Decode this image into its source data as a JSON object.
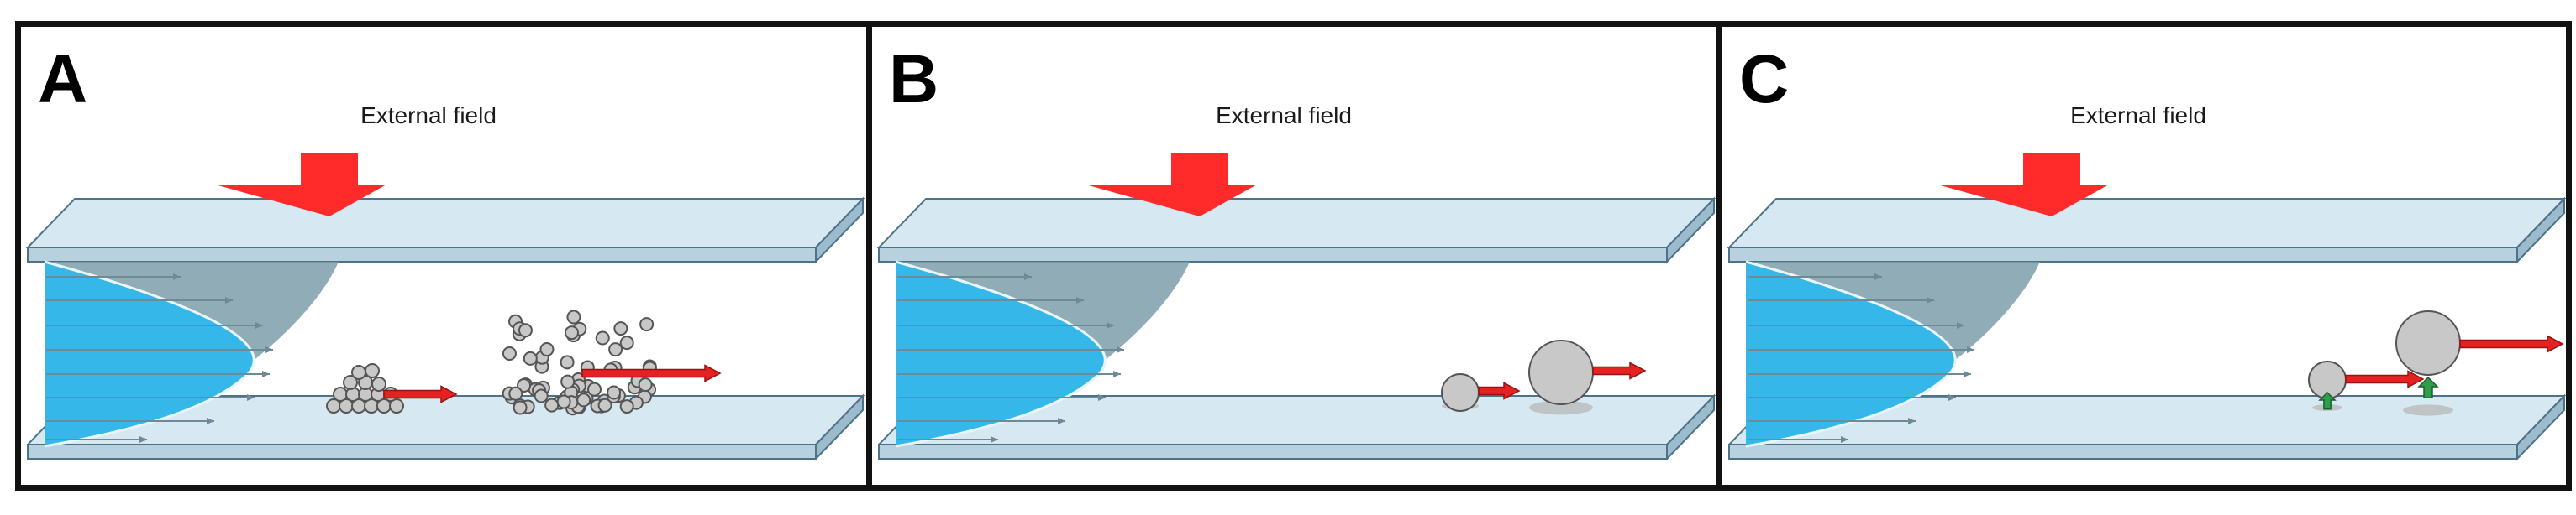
{
  "panels": [
    {
      "letter": "A",
      "field_label": "External field"
    },
    {
      "letter": "B",
      "field_label": "External field"
    },
    {
      "letter": "C",
      "field_label": "External field"
    }
  ],
  "icons": [
    "external-field-arrow",
    "flow-profile",
    "particle",
    "velocity-arrow",
    "lift-arrow"
  ],
  "colors": {
    "plate_fill": "#d6e8f2",
    "plate_edge": "#4e7388",
    "flow_fill": "#35b8e9",
    "flow_shadow": "#7d9eaa",
    "field_arrow": "#ff2a2a",
    "particle": "#c8c8c8",
    "lift_arrow": "#2e9e4a"
  }
}
